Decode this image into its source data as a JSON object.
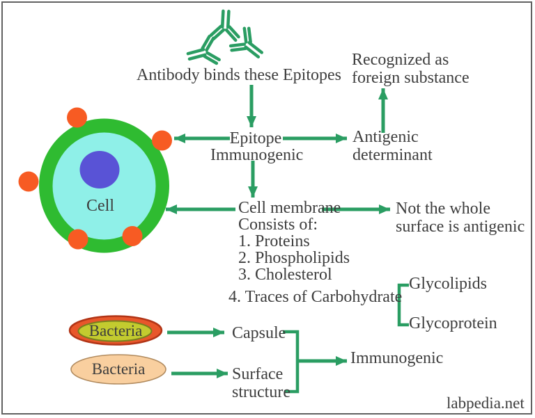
{
  "colors": {
    "arrow_green": "#2a9d62",
    "cell_membrane_green": "#2fbb31",
    "cytoplasm_cyan": "#8ff0e8",
    "nucleus_blue": "#5953d6",
    "epitope_bump_orange": "#f75b23",
    "bacteria1_fill": "#e8572b",
    "bacteria1_stroke": "#b23517",
    "bacteria1_inner_fill": "#c3cb2f",
    "bacteria1_inner_stroke": "#77801f",
    "bacteria2_fill": "#f9cf9f",
    "bacteria2_stroke": "#b08a5e",
    "text_gray": "#3d3d3d",
    "border_gray": "#616161"
  },
  "diagram": {
    "antibody_caption": "Antibody binds these Epitopes",
    "recognized": {
      "line1": "Recognized as",
      "line2": "foreign substance"
    },
    "epitope": {
      "line1": "Epitope",
      "line2": "Immunogenic"
    },
    "antigenic": {
      "line1": "Antigenic",
      "line2": "determinant"
    },
    "cell_label": "Cell",
    "membrane": {
      "title": "Cell membrane",
      "subtitle": "Consists of:",
      "items": [
        "1. Proteins",
        "2. Phospholipids",
        "3. Cholesterol"
      ],
      "item4": "4. Traces of Carbohydrate"
    },
    "not_whole": {
      "line1": "Not the whole",
      "line2": "surface is antigenic"
    },
    "glycolipids": "Glycolipids",
    "glycoprotein": "Glycoprotein",
    "bacteria1_label": "Bacteria",
    "bacteria2_label": "Bacteria",
    "capsule": "Capsule",
    "surface": {
      "line1": "Surface",
      "line2": "structure"
    },
    "immunogenic": "Immunogenic",
    "watermark": "labpedia.net"
  }
}
